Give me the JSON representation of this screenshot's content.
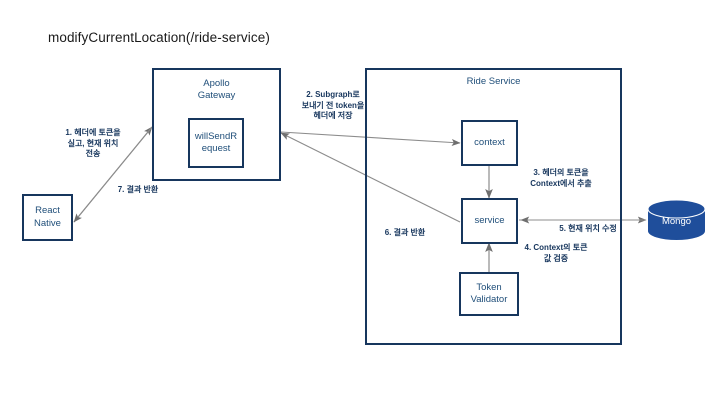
{
  "title": "modifyCurrentLocation(/ride-service)",
  "colors": {
    "border": "#17365d",
    "node_text": "#1f4e79",
    "label_text": "#17365d",
    "mongo_fill": "#1f4e9b",
    "arrow": "#808080",
    "arrow_dark": "#595959",
    "background": "#ffffff"
  },
  "nodes": {
    "react_native": {
      "label": "React\nNative"
    },
    "apollo_gateway": {
      "label": "Apollo\nGateway"
    },
    "will_send_request": {
      "label": "willSendR\nequest"
    },
    "ride_service": {
      "label": "Ride Service"
    },
    "context": {
      "label": "context"
    },
    "service": {
      "label": "service"
    },
    "token_validator": {
      "label": "Token\nValidator"
    },
    "mongo": {
      "label": "Mongo"
    }
  },
  "edge_labels": {
    "step1": "1. 헤더에 토큰을\n실고, 현재 위치\n전송",
    "step2": "2. Subgraph로\n보내기 전 token을\n헤더에 저장",
    "step3": "3. 헤더의 토큰을\nContext에서 추출",
    "step4": "4. Context의 토큰\n값 검증",
    "step5": "5. 현재 위치 수정",
    "step6": "6. 결과 반환",
    "step7": "7. 결과 반환"
  }
}
